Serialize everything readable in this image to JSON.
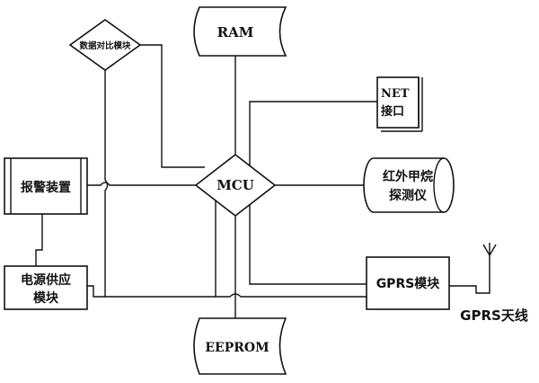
{
  "nodes": {
    "ram": "RAM",
    "mcu": "MCU",
    "eeprom": "EEPROM",
    "net_line1": "NET",
    "net_line2": "接口",
    "compare": "数据对比模块",
    "alarm": "报警装置",
    "power_line1": "电源供应",
    "power_line2": "模块",
    "methane_line1": "红外甲烷",
    "methane_line2": "探测仪",
    "gprs": "GPRS模块",
    "antenna": "GPRS天线"
  }
}
